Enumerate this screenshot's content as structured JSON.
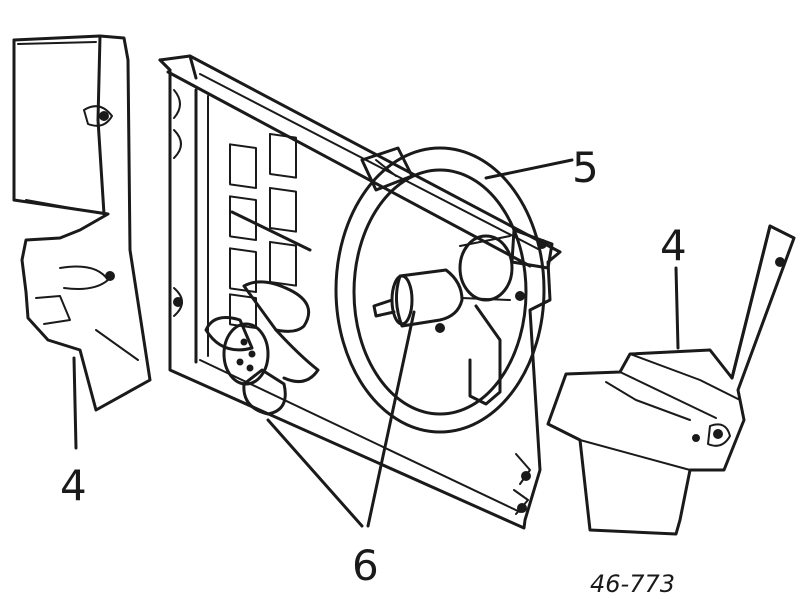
{
  "callouts": {
    "shroud_left": "4",
    "shroud_right": "4",
    "fan_shroud_ring": "5",
    "fan_and_motor": "6"
  },
  "figure_ref": "46-773",
  "colors": {
    "ink": "#1a1a1a",
    "paper": "#ffffff"
  }
}
